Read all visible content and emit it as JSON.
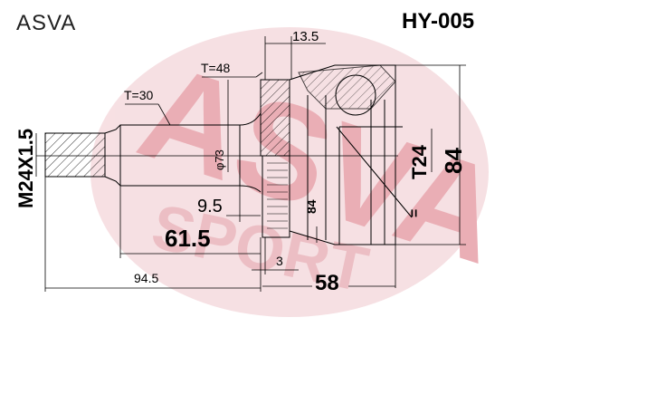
{
  "header": {
    "brand": "ASVA",
    "part_number": "HY-005"
  },
  "watermark": {
    "line1": "ASVA",
    "line2": "SPORT"
  },
  "dimensions": {
    "thread": "M24X1.5",
    "shaft_teeth": "T=30",
    "housing_teeth": "T=48",
    "flange_width": "13.5",
    "shaft_diameter": "φ73",
    "offset": "9.5",
    "shaft_length": "61.5",
    "total_shaft_length": "94.5",
    "abs_ring_diameter": "84",
    "ring_width": "3",
    "housing_length": "58",
    "inner_spline": "T24",
    "outer_diameter": "84",
    "mark": "="
  },
  "colors": {
    "watermark": "#e8a6ae",
    "line": "#000000"
  }
}
